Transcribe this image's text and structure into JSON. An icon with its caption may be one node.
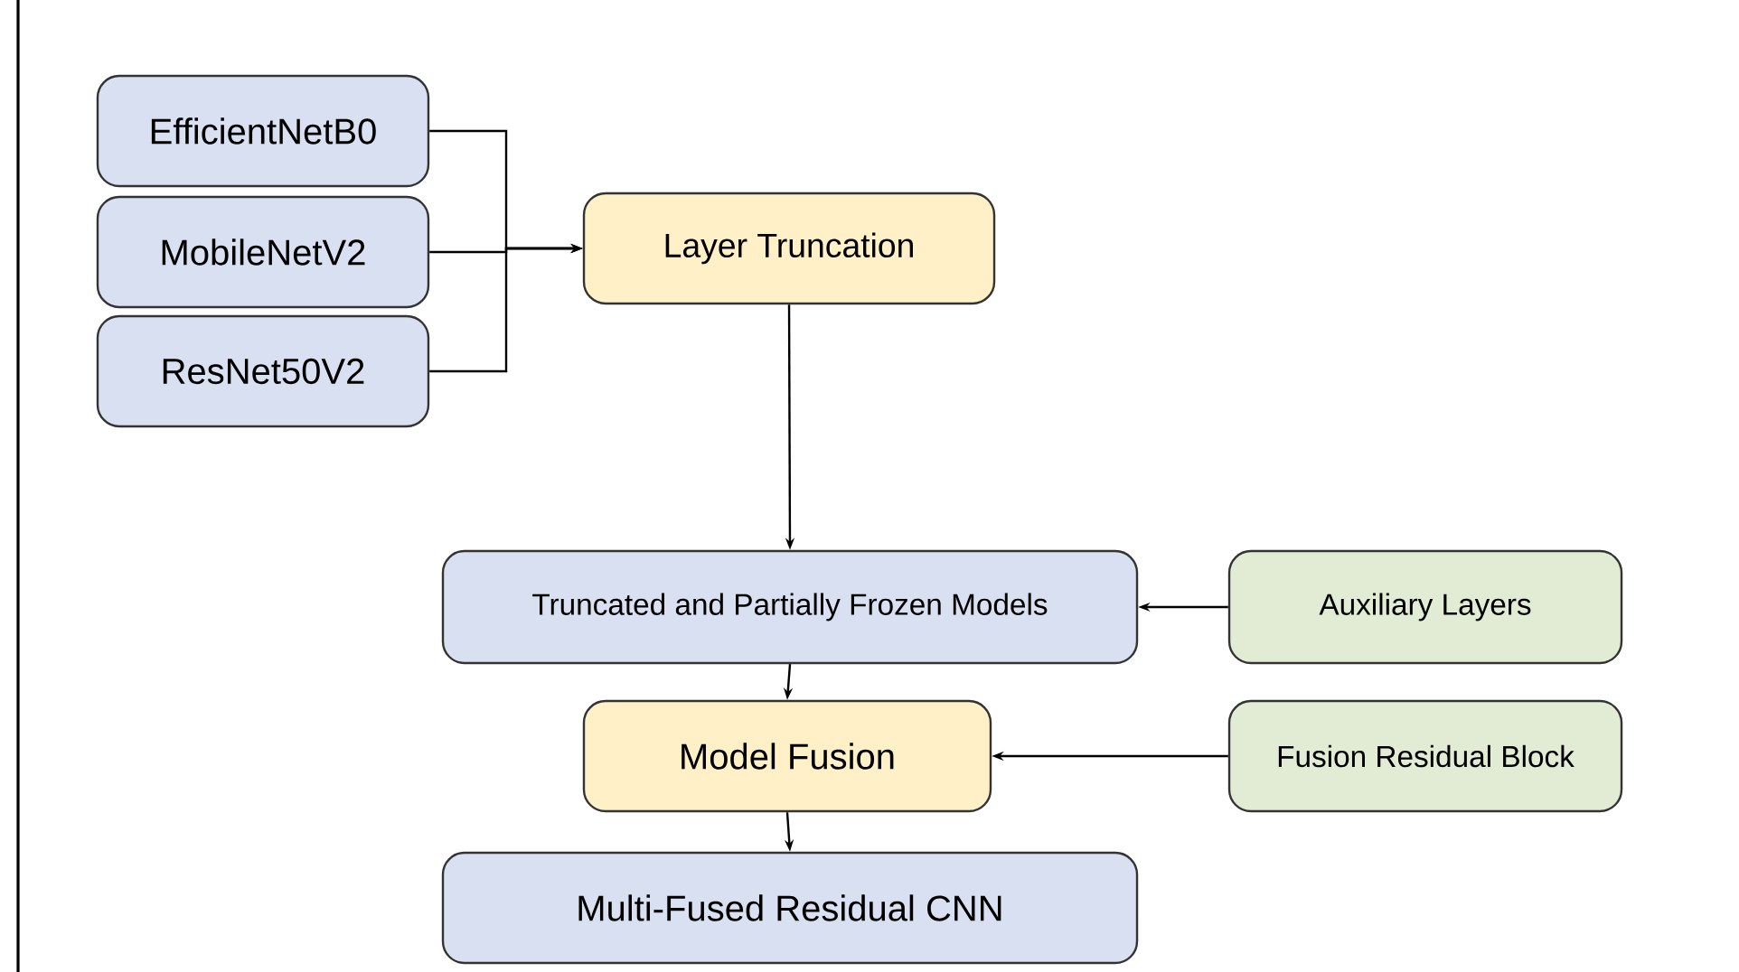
{
  "diagram": {
    "nodes": [
      {
        "text": [
          "EfficientNetB0"
        ]
      },
      {
        "text": [
          "MobileNetV2"
        ]
      },
      {
        "text": [
          "ResNet50V2"
        ]
      },
      {
        "text": [
          "Layer Truncation"
        ]
      },
      {
        "text": [
          "Truncated and Partially Frozen Models"
        ]
      },
      {
        "text": [
          "Auxiliary Layers"
        ]
      },
      {
        "text": [
          "Model Fusion"
        ]
      },
      {
        "text": [
          "Fusion Residual Block"
        ]
      },
      {
        "text": [
          "Multi-Fused Residual CNN"
        ]
      }
    ],
    "edges": [
      {
        "from": 0,
        "to": 3,
        "arrow": "to"
      },
      {
        "from": 1,
        "to": 3,
        "arrow": "to"
      },
      {
        "from": 2,
        "to": 3,
        "arrow": "to"
      },
      {
        "from": 3,
        "to": 4,
        "arrow": "to"
      },
      {
        "from": 5,
        "to": 4,
        "arrow": "to"
      },
      {
        "from": 4,
        "to": 6,
        "arrow": "to"
      },
      {
        "from": 7,
        "to": 6,
        "arrow": "to"
      },
      {
        "from": 6,
        "to": 8,
        "arrow": "to"
      }
    ]
  }
}
